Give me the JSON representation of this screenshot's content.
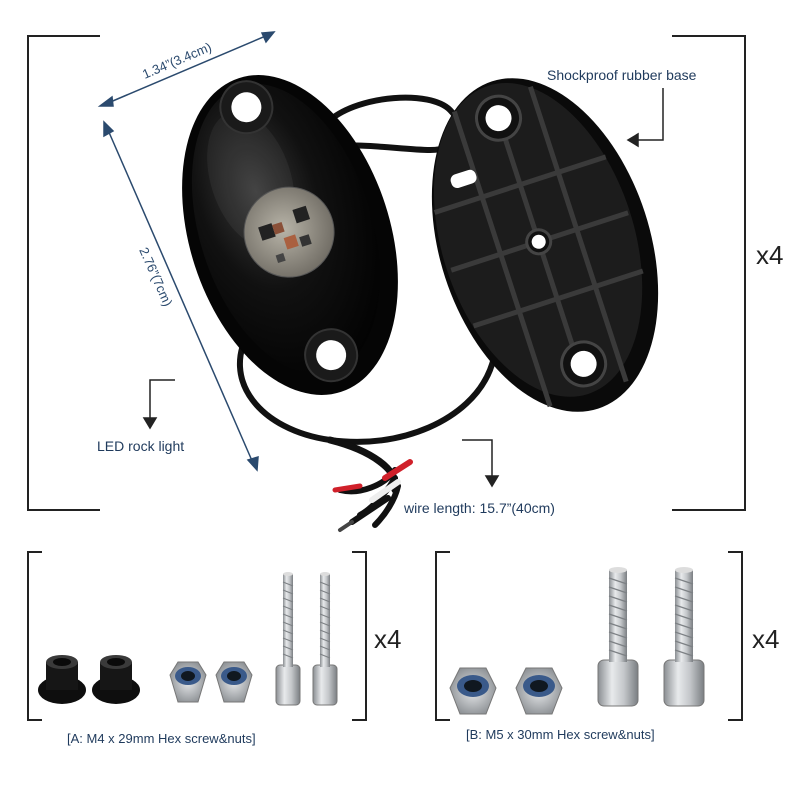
{
  "labels": {
    "width_dim": "1.34”(3.4cm)",
    "height_dim": "2.76”(7cm)",
    "base_label": "Shockproof rubber base",
    "led_label": "LED rock light",
    "wire_label": "wire length: 15.7”(40cm)",
    "qty_top": "x4",
    "qty_a": "x4",
    "qty_b": "x4",
    "kit_a": "[A: M4 x 29mm Hex screw&nuts]",
    "kit_b": "[B: M5 x 30mm Hex screw&nuts]"
  },
  "colors": {
    "label_text": "#1f3a5c",
    "body": "#0d0d0d",
    "wire_red": "#d0202a",
    "wire_white": "#f2f2f2",
    "metal": "#b8bcc0",
    "nylon_insert": "#3a5a8a"
  },
  "icons": [
    "led-rock-light",
    "rubber-base",
    "spacer-bushing",
    "lock-nut",
    "hex-socket-screw"
  ]
}
